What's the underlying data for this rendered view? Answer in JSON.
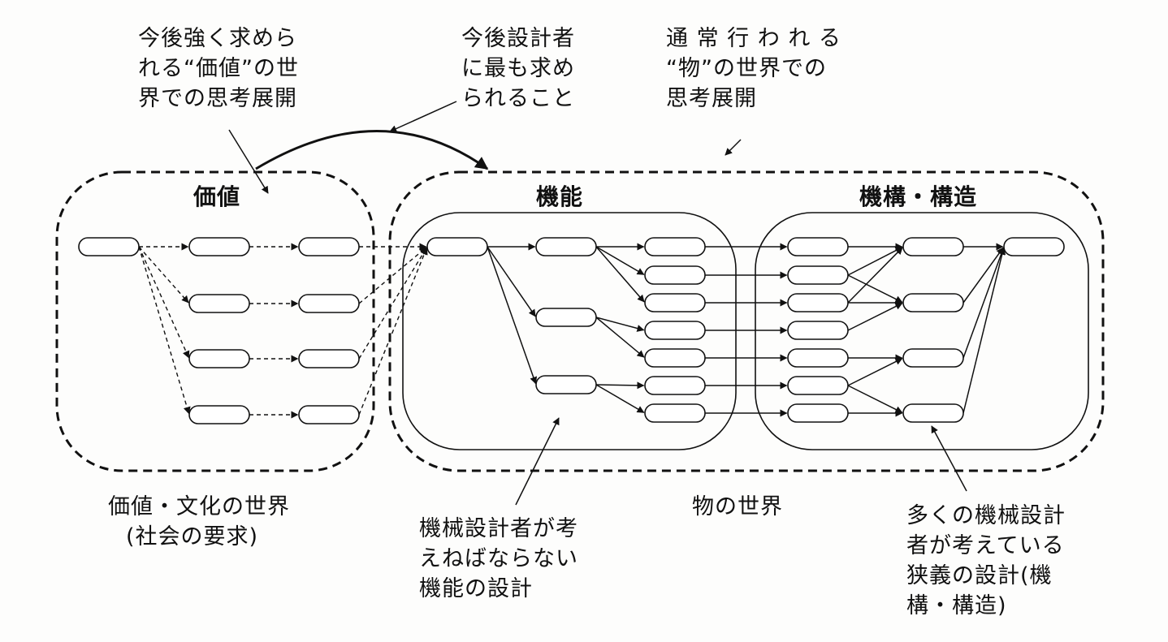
{
  "annotations": {
    "value_thinking": [
      "今後強く求めら",
      "れる“価値”の世",
      "界での思考展開"
    ],
    "designer_needs": [
      "今後設計者",
      "に最も求め",
      "られること"
    ],
    "thing_thinking": [
      "通 常 行 わ れ る",
      "“物”の世界での",
      "思考展開"
    ],
    "value_world": [
      "価値・文化の世界",
      "(社会の要求)"
    ],
    "thing_world": "物の世界",
    "function_design_note": [
      "機械設計者が考",
      "えねばならない",
      "機能の設計"
    ],
    "narrow_design_note": [
      "多くの機械設計",
      "者が考えている",
      "狭義の設計(機",
      "構・構造)"
    ]
  },
  "group_labels": {
    "value": "価値",
    "function": "機能",
    "mechanism": "機構・構造"
  },
  "colors": {
    "ink": "#111111",
    "node_fill": "#ffffff",
    "background": "#fdfdfc"
  }
}
